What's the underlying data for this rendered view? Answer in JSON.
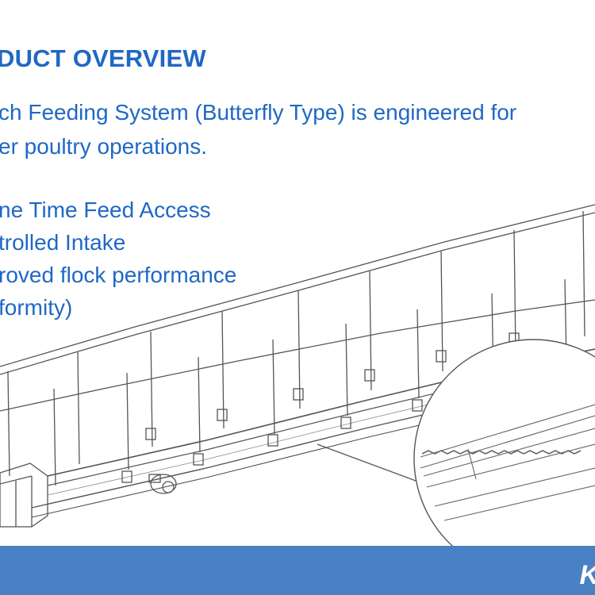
{
  "slide": {
    "title": "DUCT OVERVIEW",
    "intro_lines": [
      "ch Feeding System (Butterfly Type) is engineered for",
      "er poultry operations."
    ],
    "benefits": [
      "ne Time Feed Access",
      "trolled Intake",
      "roved flock performance",
      "formity)"
    ],
    "logo_text": "K"
  },
  "colors": {
    "text_blue": "#2068c4",
    "footer_blue": "#4a80c4",
    "line_art": "#555555"
  },
  "icons": {
    "drawing": "feeding-system-line-drawing",
    "magnifier": "detail-magnifier-circle",
    "logo": "company-logo"
  }
}
